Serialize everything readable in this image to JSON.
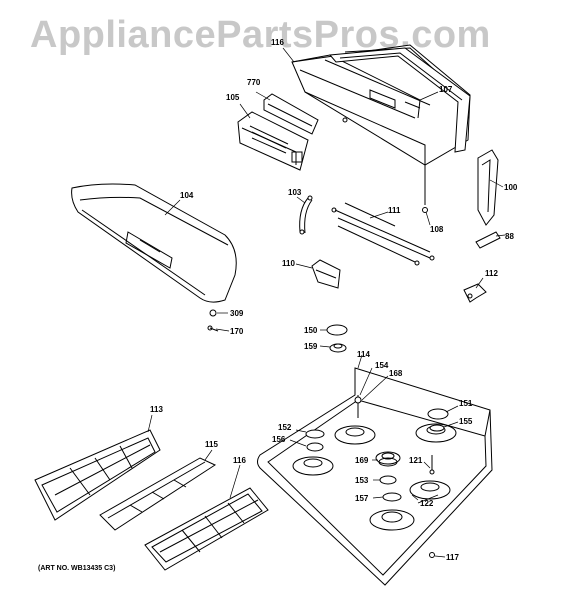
{
  "watermark": "AppliancePartsPros.com",
  "art_number": "(ART NO. WB13435 C3)",
  "parts": [
    {
      "id": "p116",
      "label": "116"
    },
    {
      "id": "p770",
      "label": "770"
    },
    {
      "id": "p105",
      "label": "105"
    },
    {
      "id": "p107",
      "label": "107"
    },
    {
      "id": "p104",
      "label": "104"
    },
    {
      "id": "p103",
      "label": "103"
    },
    {
      "id": "p111",
      "label": "111"
    },
    {
      "id": "p108",
      "label": "108"
    },
    {
      "id": "p100",
      "label": "100"
    },
    {
      "id": "p88",
      "label": "88"
    },
    {
      "id": "p110",
      "label": "110"
    },
    {
      "id": "p112",
      "label": "112"
    },
    {
      "id": "p309",
      "label": "309"
    },
    {
      "id": "p170",
      "label": "170"
    },
    {
      "id": "p150",
      "label": "150"
    },
    {
      "id": "p159",
      "label": "159"
    },
    {
      "id": "p114",
      "label": "114"
    },
    {
      "id": "p154",
      "label": "154"
    },
    {
      "id": "p168",
      "label": "168"
    },
    {
      "id": "p113",
      "label": "113"
    },
    {
      "id": "p151",
      "label": "151"
    },
    {
      "id": "p152",
      "label": "152"
    },
    {
      "id": "p155",
      "label": "155"
    },
    {
      "id": "p156",
      "label": "156"
    },
    {
      "id": "p115",
      "label": "115"
    },
    {
      "id": "p169",
      "label": "169"
    },
    {
      "id": "p121",
      "label": "121"
    },
    {
      "id": "p116b",
      "label": "116"
    },
    {
      "id": "p153",
      "label": "153"
    },
    {
      "id": "p157",
      "label": "157"
    },
    {
      "id": "p122",
      "label": "122"
    },
    {
      "id": "p117",
      "label": "117"
    }
  ]
}
